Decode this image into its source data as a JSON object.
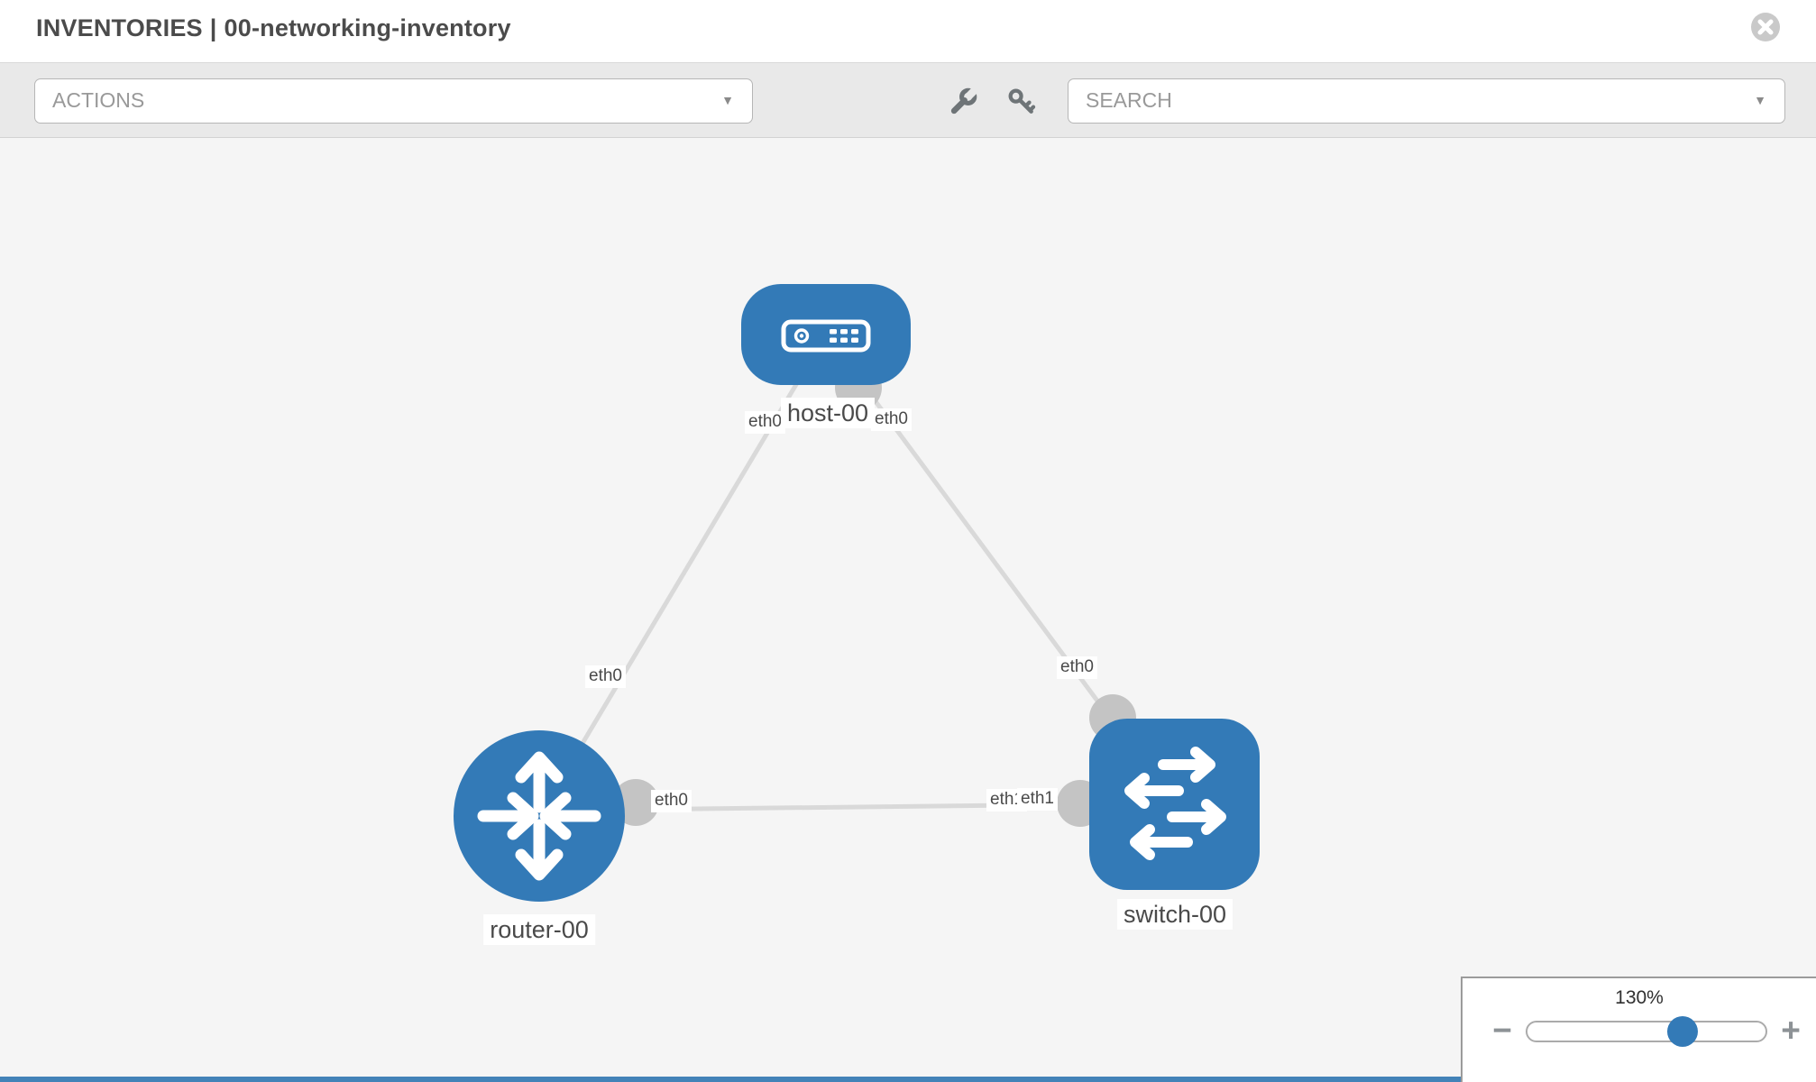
{
  "header": {
    "title_prefix": "INVENTORIES",
    "title_separator": "|",
    "inventory_name": "00-networking-inventory"
  },
  "toolbar": {
    "actions_label": "ACTIONS",
    "search_label": "SEARCH",
    "icons": [
      "wrench-icon",
      "key-icon"
    ]
  },
  "icons": {
    "caret": "▼",
    "minus": "−",
    "plus": "+"
  },
  "topology": {
    "nodes": [
      {
        "name": "host-00",
        "type": "host"
      },
      {
        "name": "router-00",
        "type": "router"
      },
      {
        "name": "switch-00",
        "type": "switch"
      }
    ],
    "interfaces": [
      {
        "link": "host-router",
        "end": "host",
        "label": "eth0"
      },
      {
        "link": "host-switch",
        "end": "host",
        "label": "eth0"
      },
      {
        "link": "host-router",
        "end": "router",
        "label": "eth0"
      },
      {
        "link": "router-switch",
        "end": "router",
        "label": "eth0"
      },
      {
        "link": "host-switch",
        "end": "switch",
        "label": "eth0"
      },
      {
        "link": "router-switch",
        "end": "switch-ghost",
        "label": "eth1"
      },
      {
        "link": "router-switch",
        "end": "switch",
        "label": "eth1"
      }
    ]
  },
  "zoom_control": {
    "value": "130%"
  },
  "colors": {
    "node_blue": "#337ab7",
    "link_gray": "#d9d9d9",
    "connector_gray": "#c4c4c4",
    "canvas_bg": "#f5f5f5",
    "toolbar_bg": "#e9e9e9",
    "accent_bar": "#4383b8"
  }
}
